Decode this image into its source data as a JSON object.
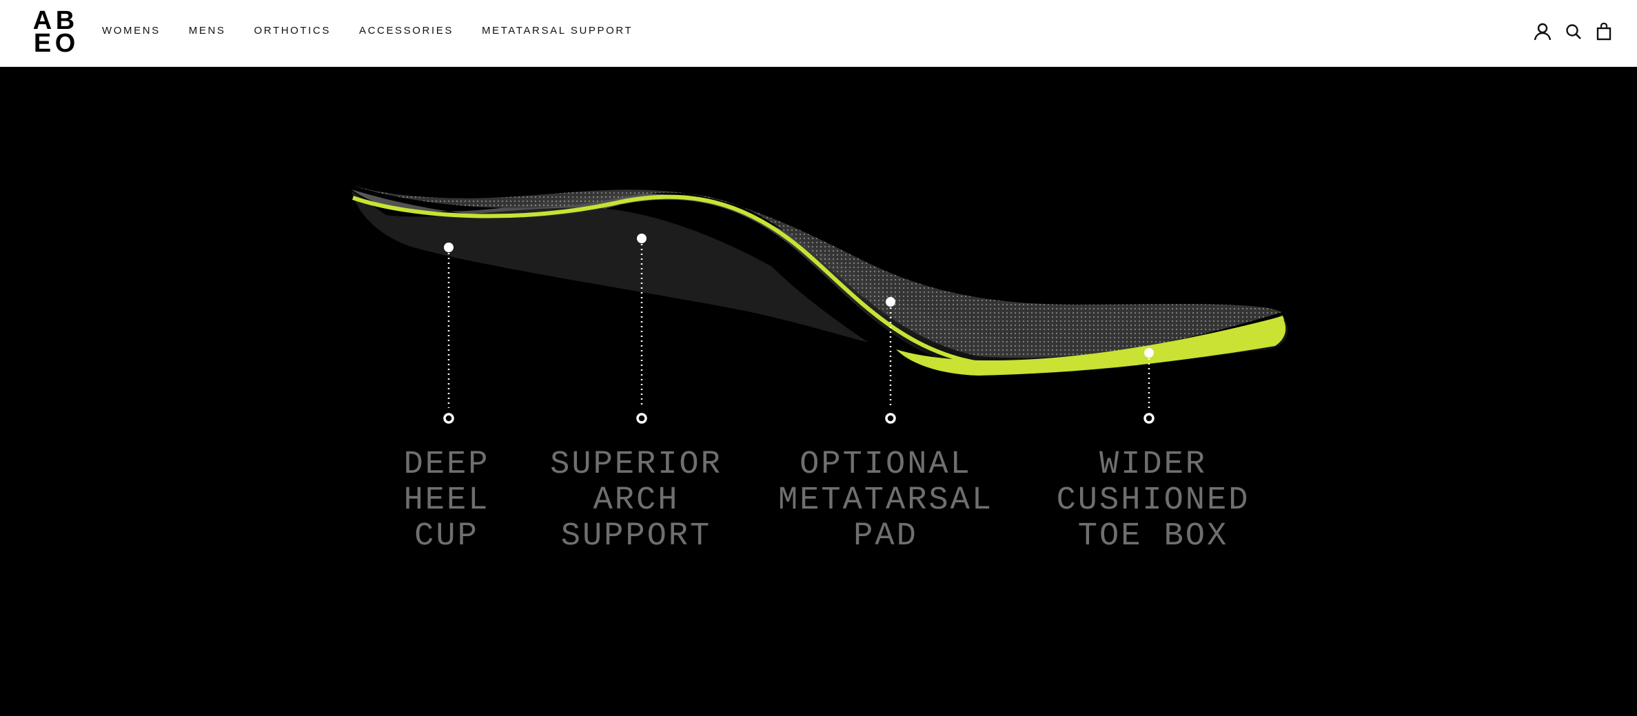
{
  "brand": {
    "logo_letters": [
      "A",
      "B",
      "E",
      "O"
    ]
  },
  "nav": {
    "items": [
      {
        "label": "WOMENS"
      },
      {
        "label": "MENS"
      },
      {
        "label": "ORTHOTICS"
      },
      {
        "label": "ACCESSORIES"
      },
      {
        "label": "METATARSAL SUPPORT"
      }
    ]
  },
  "header_icons": [
    "account-icon",
    "search-icon",
    "cart-icon"
  ],
  "hero": {
    "features": [
      {
        "label": "DEEP\nHEEL\nCUP"
      },
      {
        "label": "SUPERIOR\nARCH\nSUPPORT"
      },
      {
        "label": "OPTIONAL\nMETATARSAL\nPAD"
      },
      {
        "label": "WIDER\nCUSHIONED\nTOE BOX"
      }
    ]
  },
  "colors": {
    "accent": "#c9e234",
    "background": "#000000",
    "label": "#6f6f6f"
  }
}
